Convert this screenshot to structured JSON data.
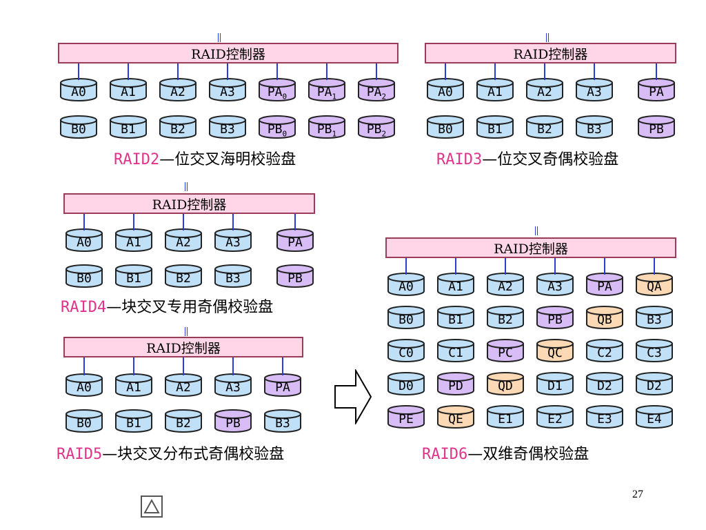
{
  "colors": {
    "data_disk": "#bfe0f7",
    "parity_p": "#d8bcf5",
    "parity_q": "#fbd9b4",
    "controller": "#ffd6e7",
    "tag": "#e0348c"
  },
  "controller_label": "RAID控制器",
  "raid2": {
    "caption_tag": "RAID2",
    "caption_text": "—位交叉海明校验盘",
    "row_a": [
      {
        "t": "A0",
        "k": "d"
      },
      {
        "t": "A1",
        "k": "d"
      },
      {
        "t": "A2",
        "k": "d"
      },
      {
        "t": "A3",
        "k": "d"
      },
      {
        "t": "PA",
        "s": "0",
        "k": "p"
      },
      {
        "t": "PA",
        "s": "1",
        "k": "p"
      },
      {
        "t": "PA",
        "s": "2",
        "k": "p"
      }
    ],
    "row_b": [
      {
        "t": "B0",
        "k": "d"
      },
      {
        "t": "B1",
        "k": "d"
      },
      {
        "t": "B2",
        "k": "d"
      },
      {
        "t": "B3",
        "k": "d"
      },
      {
        "t": "PB",
        "s": "0",
        "k": "p"
      },
      {
        "t": "PB",
        "s": "1",
        "k": "p"
      },
      {
        "t": "PB",
        "s": "2",
        "k": "p"
      }
    ]
  },
  "raid3": {
    "caption_tag": "RAID3",
    "caption_text": "—位交叉奇偶校验盘",
    "row_a": [
      {
        "t": "A0",
        "k": "d"
      },
      {
        "t": "A1",
        "k": "d"
      },
      {
        "t": "A2",
        "k": "d"
      },
      {
        "t": "A3",
        "k": "d"
      },
      {
        "t": "PA",
        "k": "p"
      }
    ],
    "row_b": [
      {
        "t": "B0",
        "k": "d"
      },
      {
        "t": "B1",
        "k": "d"
      },
      {
        "t": "B2",
        "k": "d"
      },
      {
        "t": "B3",
        "k": "d"
      },
      {
        "t": "PB",
        "k": "p"
      }
    ]
  },
  "raid4": {
    "caption_tag": "RAID4",
    "caption_text": "—块交叉专用奇偶校验盘",
    "row_a": [
      {
        "t": "A0",
        "k": "d"
      },
      {
        "t": "A1",
        "k": "d"
      },
      {
        "t": "A2",
        "k": "d"
      },
      {
        "t": "A3",
        "k": "d"
      },
      {
        "t": "PA",
        "k": "p"
      }
    ],
    "row_b": [
      {
        "t": "B0",
        "k": "d"
      },
      {
        "t": "B1",
        "k": "d"
      },
      {
        "t": "B2",
        "k": "d"
      },
      {
        "t": "B3",
        "k": "d"
      },
      {
        "t": "PB",
        "k": "p"
      }
    ]
  },
  "raid5": {
    "caption_tag": "RAID5",
    "caption_text": "—块交叉分布式奇偶校验盘",
    "row_a": [
      {
        "t": "A0",
        "k": "d"
      },
      {
        "t": "A1",
        "k": "d"
      },
      {
        "t": "A2",
        "k": "d"
      },
      {
        "t": "A3",
        "k": "d"
      },
      {
        "t": "PA",
        "k": "p"
      }
    ],
    "row_b": [
      {
        "t": "B0",
        "k": "d"
      },
      {
        "t": "B1",
        "k": "d"
      },
      {
        "t": "B2",
        "k": "d"
      },
      {
        "t": "PB",
        "k": "p"
      },
      {
        "t": "B3",
        "k": "d"
      }
    ]
  },
  "raid6": {
    "caption_tag": "RAID6",
    "caption_text": "—双维奇偶校验盘",
    "rows": [
      [
        {
          "t": "A0",
          "k": "d"
        },
        {
          "t": "A1",
          "k": "d"
        },
        {
          "t": "A2",
          "k": "d"
        },
        {
          "t": "A3",
          "k": "d"
        },
        {
          "t": "PA",
          "k": "p"
        },
        {
          "t": "QA",
          "k": "q"
        }
      ],
      [
        {
          "t": "B0",
          "k": "d"
        },
        {
          "t": "B1",
          "k": "d"
        },
        {
          "t": "B2",
          "k": "d"
        },
        {
          "t": "PB",
          "k": "p"
        },
        {
          "t": "QB",
          "k": "q"
        },
        {
          "t": "B3",
          "k": "d"
        }
      ],
      [
        {
          "t": "C0",
          "k": "d"
        },
        {
          "t": "C1",
          "k": "d"
        },
        {
          "t": "PC",
          "k": "p"
        },
        {
          "t": "QC",
          "k": "q"
        },
        {
          "t": "C2",
          "k": "d"
        },
        {
          "t": "C3",
          "k": "d"
        }
      ],
      [
        {
          "t": "D0",
          "k": "d"
        },
        {
          "t": "PD",
          "k": "p"
        },
        {
          "t": "QD",
          "k": "q"
        },
        {
          "t": "D1",
          "k": "d"
        },
        {
          "t": "D2",
          "k": "d"
        },
        {
          "t": "D2",
          "k": "d"
        }
      ],
      [
        {
          "t": "PE",
          "k": "p"
        },
        {
          "t": "QE",
          "k": "q"
        },
        {
          "t": "E1",
          "k": "d"
        },
        {
          "t": "E2",
          "k": "d"
        },
        {
          "t": "E3",
          "k": "d"
        },
        {
          "t": "E4",
          "k": "d"
        }
      ]
    ]
  },
  "page_number": "27"
}
